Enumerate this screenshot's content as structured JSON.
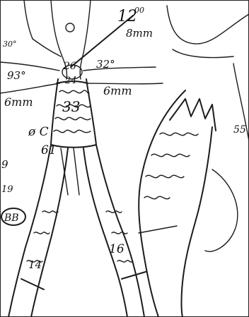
{
  "labels": {
    "top_diameter": "12",
    "top_diameter_sup": "00",
    "top_length": "8mm",
    "left_corner": "30°",
    "left_angle": "93°",
    "left_size": "6mm",
    "center_top": "26",
    "center_mid": "24",
    "right_angle": "32°",
    "right_size": "6mm",
    "main_body": "33",
    "left_ref": "ø C",
    "left_len": "61",
    "right_limb": "16",
    "left_limb": "14",
    "side_9": "9",
    "side_19": "19",
    "circled": "BB",
    "far_right": "55"
  },
  "colors": {
    "ink": "#1b1b1b",
    "paper": "#ffffff"
  }
}
